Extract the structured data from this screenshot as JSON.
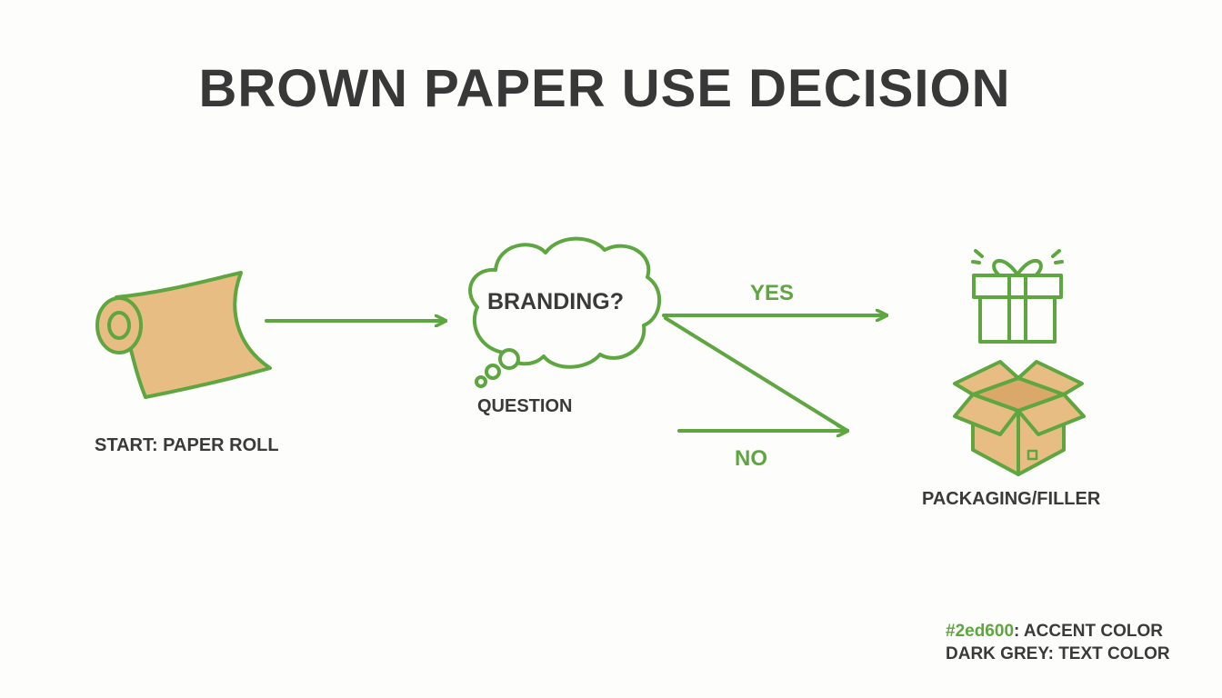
{
  "title": "BROWN PAPER USE DECISION",
  "nodes": {
    "start": {
      "label": "START: PAPER ROLL",
      "icon": "paper-roll-icon"
    },
    "question": {
      "bubble_text": "BRANDING?",
      "label": "QUESTION",
      "icon": "thought-bubble-icon"
    },
    "outcome": {
      "label": "PACKAGING/FILLER",
      "icons": [
        "gift-box-icon",
        "open-cardboard-box-icon"
      ]
    }
  },
  "edges": {
    "yes_label": "YES",
    "no_label": "NO"
  },
  "legend": {
    "accent_key": "#2ed600",
    "accent_desc": ": ACCENT COLOR",
    "text_line": "DARK GREY: TEXT COLOR"
  },
  "colors": {
    "line_green": "#5ea63f",
    "paper_tan": "#e8bd84",
    "text_dark": "#3a3a3a"
  }
}
